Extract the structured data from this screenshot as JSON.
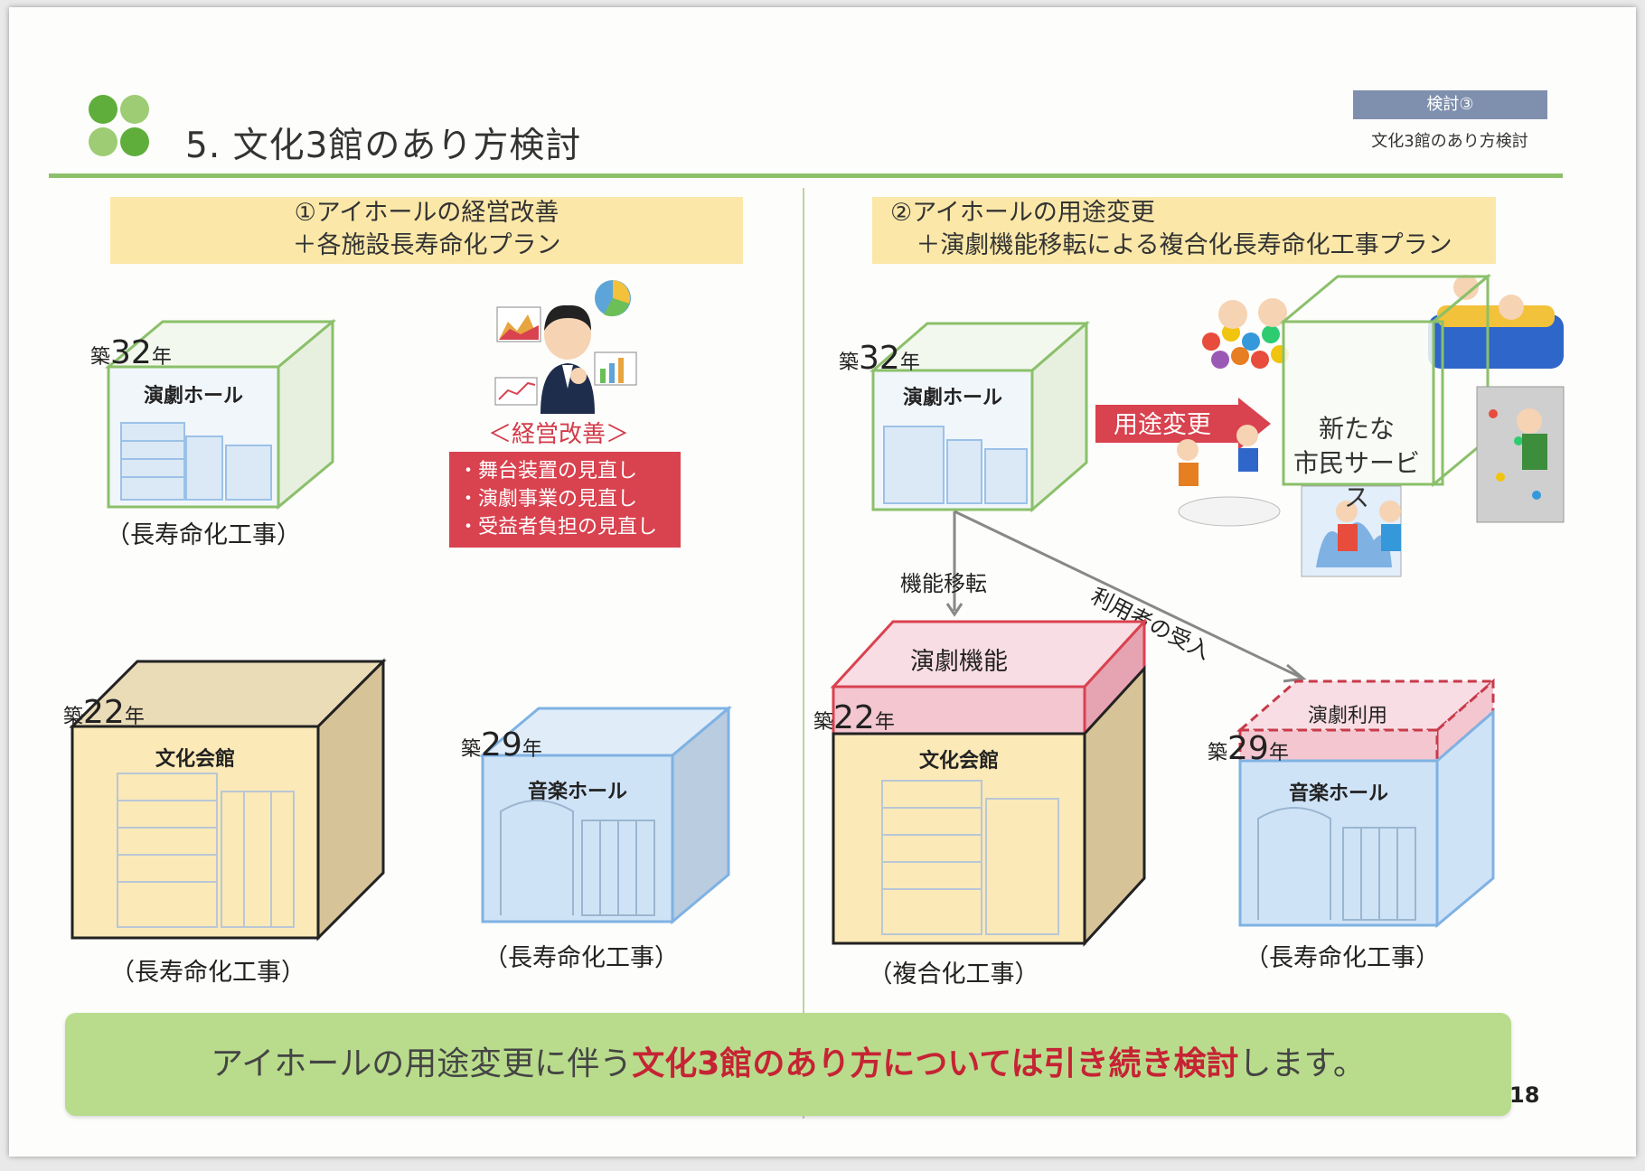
{
  "header": {
    "title": "5. 文化3館のあり方検討",
    "tag": "検討③",
    "tag_sub": "文化3館のあり方検討"
  },
  "plan1": {
    "banner_line1": "①アイホールの経営改善",
    "banner_line2": "＋各施設長寿命化プラン",
    "engeki": {
      "age_prefix": "築",
      "age_num": "32",
      "age_suffix": "年",
      "name": "演劇ホール",
      "work": "（長寿命化工事）"
    },
    "bunka": {
      "age_prefix": "築",
      "age_num": "22",
      "age_suffix": "年",
      "name": "文化会館",
      "work": "（長寿命化工事）"
    },
    "ongaku": {
      "age_prefix": "築",
      "age_num": "29",
      "age_suffix": "年",
      "name": "音楽ホール",
      "work": "（長寿命化工事）"
    },
    "kaizen_title": "＜経営改善＞",
    "kaizen_items": [
      "・舞台装置の見直し",
      "・演劇事業の見直し",
      "・受益者負担の見直し"
    ]
  },
  "plan2": {
    "banner_line1": "②アイホールの用途変更",
    "banner_line2": "＋演劇機能移転による複合化長寿命化工事プラン",
    "engeki": {
      "age_prefix": "築",
      "age_num": "32",
      "age_suffix": "年",
      "name": "演劇ホール"
    },
    "youto_henkou": "用途変更",
    "new_service_line1": "新たな",
    "new_service_line2": "市民サービス",
    "kinou_iten": "機能移転",
    "riyousha": "利用者の受入",
    "engeki_kinou": "演劇機能",
    "engeki_riyou": "演劇利用",
    "bunka": {
      "age_prefix": "築",
      "age_num": "22",
      "age_suffix": "年",
      "name": "文化会館",
      "work": "（複合化工事）"
    },
    "ongaku": {
      "age_prefix": "築",
      "age_num": "29",
      "age_suffix": "年",
      "name": "音楽ホール",
      "work": "（長寿命化工事）"
    }
  },
  "footer": {
    "text_before": "アイホールの用途変更に伴う",
    "text_highlight": "文化3館のあり方については引き続き検討",
    "text_after": "します。",
    "page_number": "18"
  },
  "colors": {
    "accent_green": "#8dc06a",
    "logo_dark": "#5fae3c",
    "logo_light": "#9dcc74",
    "banner_yellow": "#fbe8a9",
    "engeki_green_edge": "#8bc06a",
    "bunka_front": "#fbe9b7",
    "bunka_side": "#d7c398",
    "ongaku_front": "#cfe3f7",
    "ongaku_edge": "#7fb2e3",
    "red": "#d9424f",
    "pink_box": "#f3c6d0",
    "footer_green": "#b9dc8c"
  }
}
